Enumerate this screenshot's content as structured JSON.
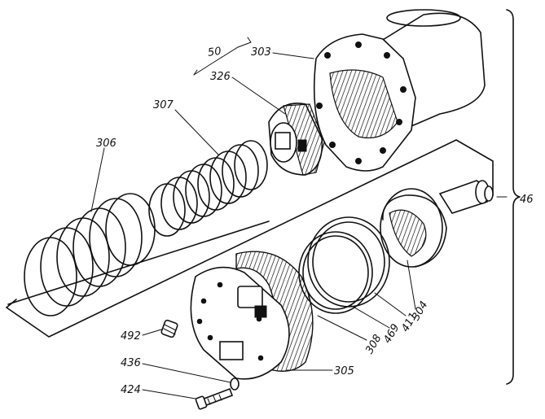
{
  "labels": {
    "p50": "50",
    "p303": "303",
    "p326": "326",
    "p307": "307",
    "p306": "306",
    "p46": "46",
    "p304": "304",
    "p411": "411",
    "p469": "469",
    "p308": "308",
    "p305": "305",
    "p492": "492",
    "p436": "436",
    "p424": "424"
  }
}
